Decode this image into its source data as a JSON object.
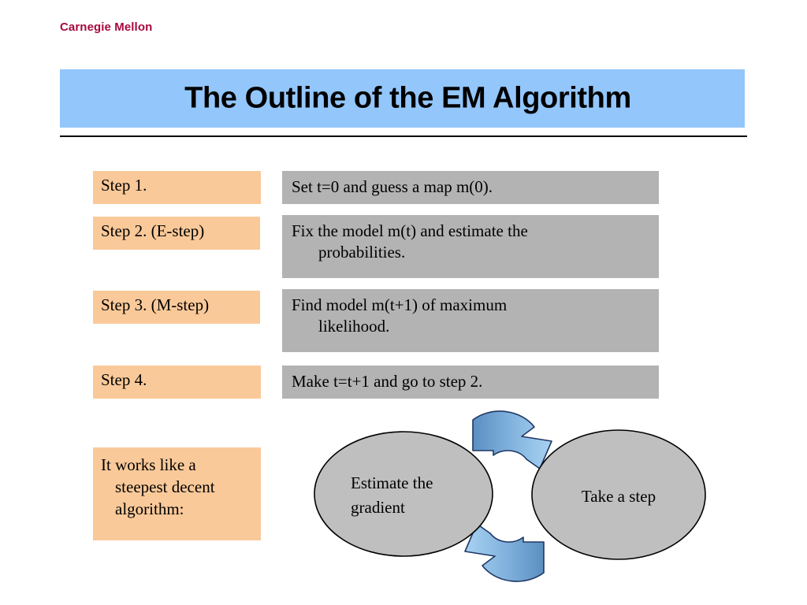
{
  "brand": {
    "name": "Carnegie Mellon"
  },
  "title": {
    "text": "The Outline of the EM Algorithm"
  },
  "colors": {
    "brand_maroon": "#A6093D",
    "title_banner": "#93C6FB",
    "label_box": "#FAC999",
    "body_box": "#B3B3B3",
    "ellipse_fill": "#BFBFBF",
    "arrow_light": "#9DC9EE",
    "arrow_dark": "#5B8FC0",
    "arrow_outline": "#1F3864"
  },
  "steps": [
    {
      "label": "Step 1.",
      "body_line1": "Set t=0 and guess a map m(0).",
      "body_line2": ""
    },
    {
      "label": "Step 2. (E-step)",
      "body_line1": "Fix the model m(t) and estimate the",
      "body_line2": "probabilities."
    },
    {
      "label": "Step 3. (M-step)",
      "body_line1": "Find model m(t+1) of maximum",
      "body_line2": "likelihood."
    },
    {
      "label": "Step 4.",
      "body_line1": "Make t=t+1 and go to step 2.",
      "body_line2": ""
    }
  ],
  "note": {
    "line1": "It works like a",
    "line2": "steepest decent",
    "line3": "algorithm:"
  },
  "cycle": {
    "left_ellipse": {
      "line1": "Estimate the",
      "line2": "gradient"
    },
    "right_ellipse": {
      "line1": "Take a step"
    },
    "top_arrow_direction": "right",
    "bottom_arrow_direction": "left"
  }
}
